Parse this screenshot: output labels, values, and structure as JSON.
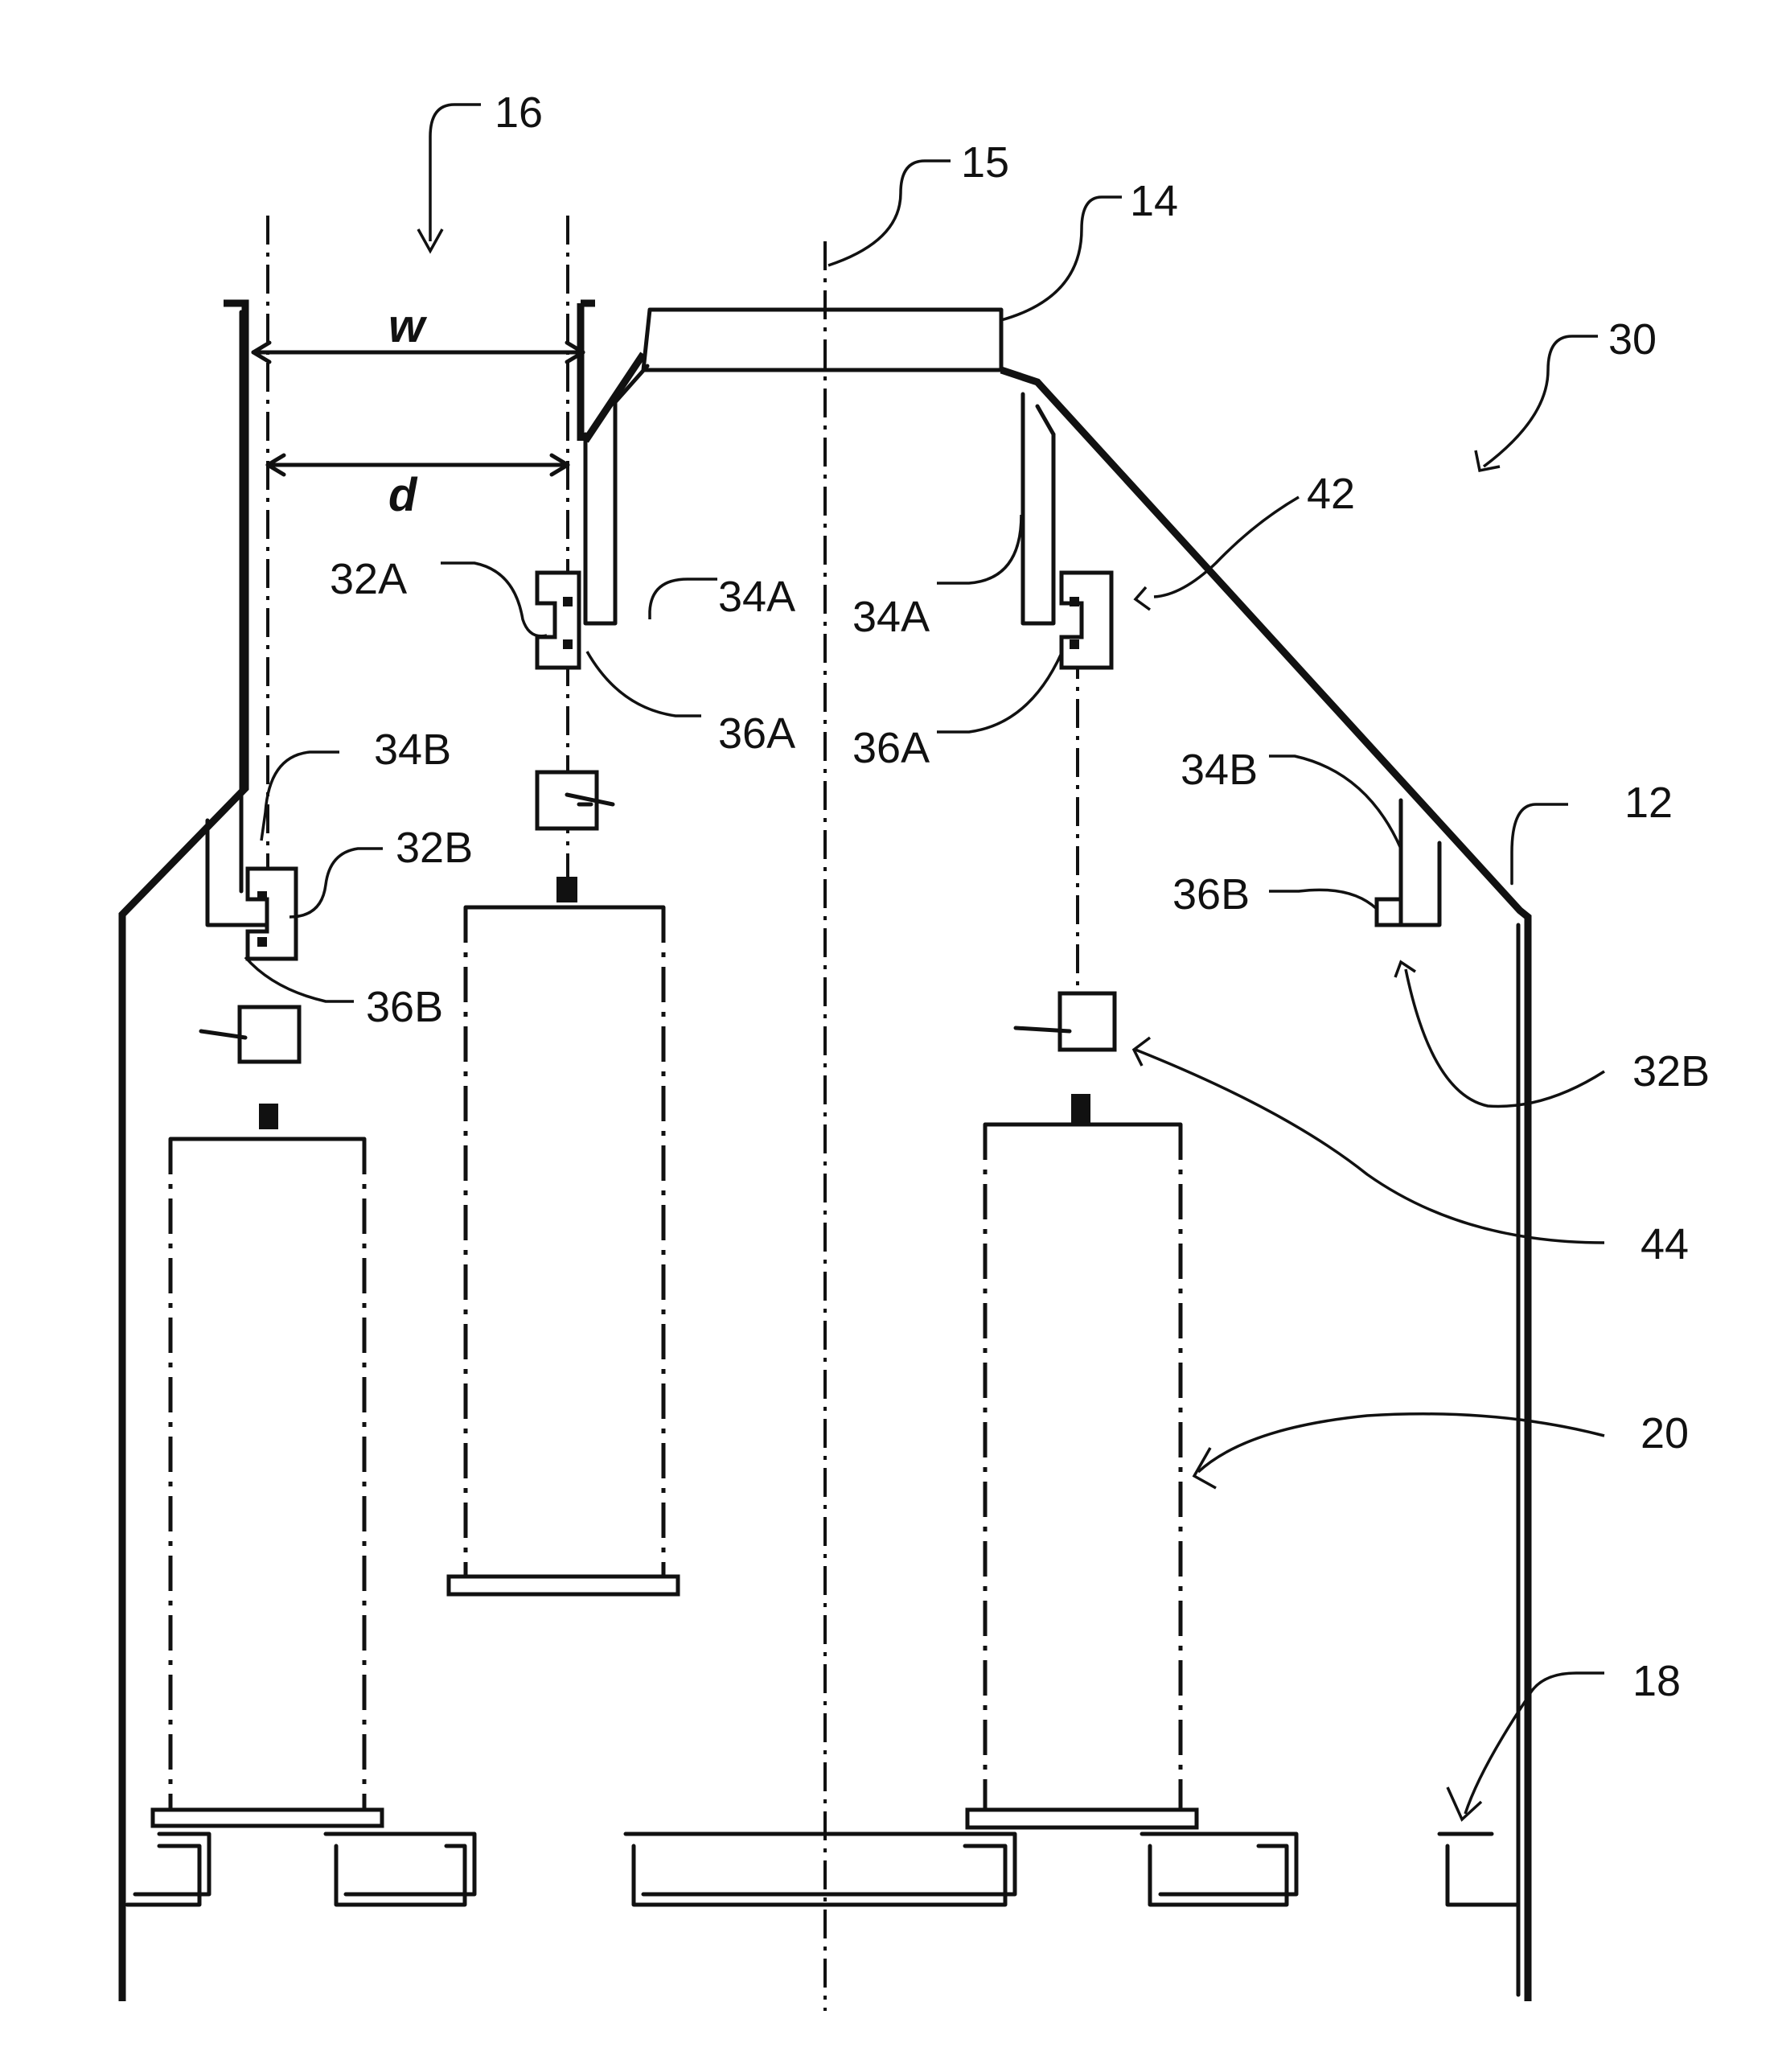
{
  "labels": {
    "ref_16": "16",
    "ref_15": "15",
    "ref_14": "14",
    "ref_30": "30",
    "ref_42": "42",
    "ref_12": "12",
    "ref_32B_right": "32B",
    "ref_44": "44",
    "ref_20": "20",
    "ref_18": "18",
    "ref_32A": "32A",
    "ref_34A_left": "34A",
    "ref_36A_left": "36A",
    "ref_34A_right": "34A",
    "ref_36A_right": "36A",
    "ref_34B_left": "34B",
    "ref_32B_left": "32B",
    "ref_36B_left": "36B",
    "ref_34B_right": "34B",
    "ref_36B_right": "36B",
    "dim_w": "w",
    "dim_d": "d"
  }
}
